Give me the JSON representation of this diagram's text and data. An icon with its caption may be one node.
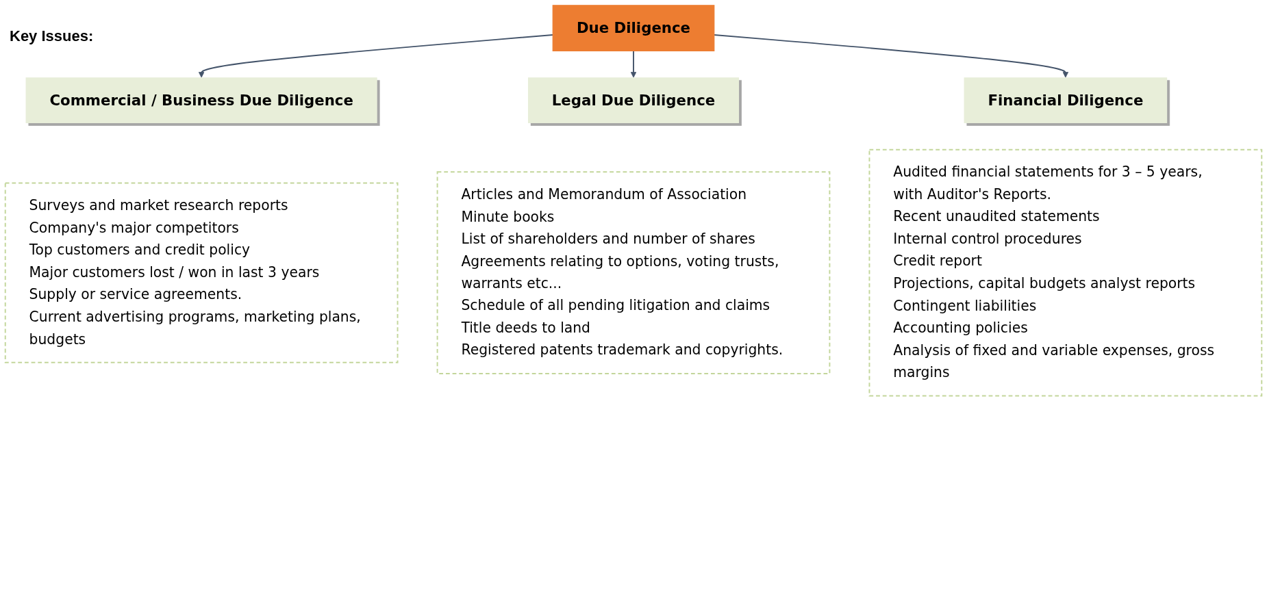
{
  "diagram": {
    "nodes": [
      {
        "text": [
          "Due Diligence"
        ]
      },
      {
        "text": [
          "Commercial / Business Due Diligence"
        ]
      },
      {
        "text": [
          "Legal Due Diligence"
        ]
      },
      {
        "text": [
          "Financial Diligence"
        ]
      },
      {
        "text": [
          "Surveys and market research reports",
          "Company's major competitors",
          "Top customers and credit policy",
          "Major customers lost / won in last 3 years",
          "Supply or service agreements.",
          "Current advertising programs, marketing plans, budgets"
        ]
      },
      {
        "text": [
          "Articles and Memorandum of Association",
          "Minute books",
          "List of shareholders and number of shares",
          "Agreements relating to options, voting trusts, warrants etc...",
          "Schedule of all pending litigation and claims",
          "Title deeds to land",
          "Registered patents trademark and copyrights."
        ]
      },
      {
        "text": [
          "Audited financial statements for 3 – 5 years, with Auditor's Reports.",
          "Recent unaudited statements",
          "Internal control procedures",
          "Credit report",
          "Projections, capital budgets analyst reports",
          "Contingent liabilities",
          "Accounting policies",
          "Analysis of fixed and variable expenses, gross margins"
        ]
      }
    ],
    "edges": [
      {
        "from": 0,
        "to": 1,
        "arrow": "to"
      },
      {
        "from": 0,
        "to": 2,
        "arrow": "to"
      },
      {
        "from": 0,
        "to": 3,
        "arrow": "to"
      }
    ],
    "labels": [
      "Key Issues:"
    ]
  }
}
